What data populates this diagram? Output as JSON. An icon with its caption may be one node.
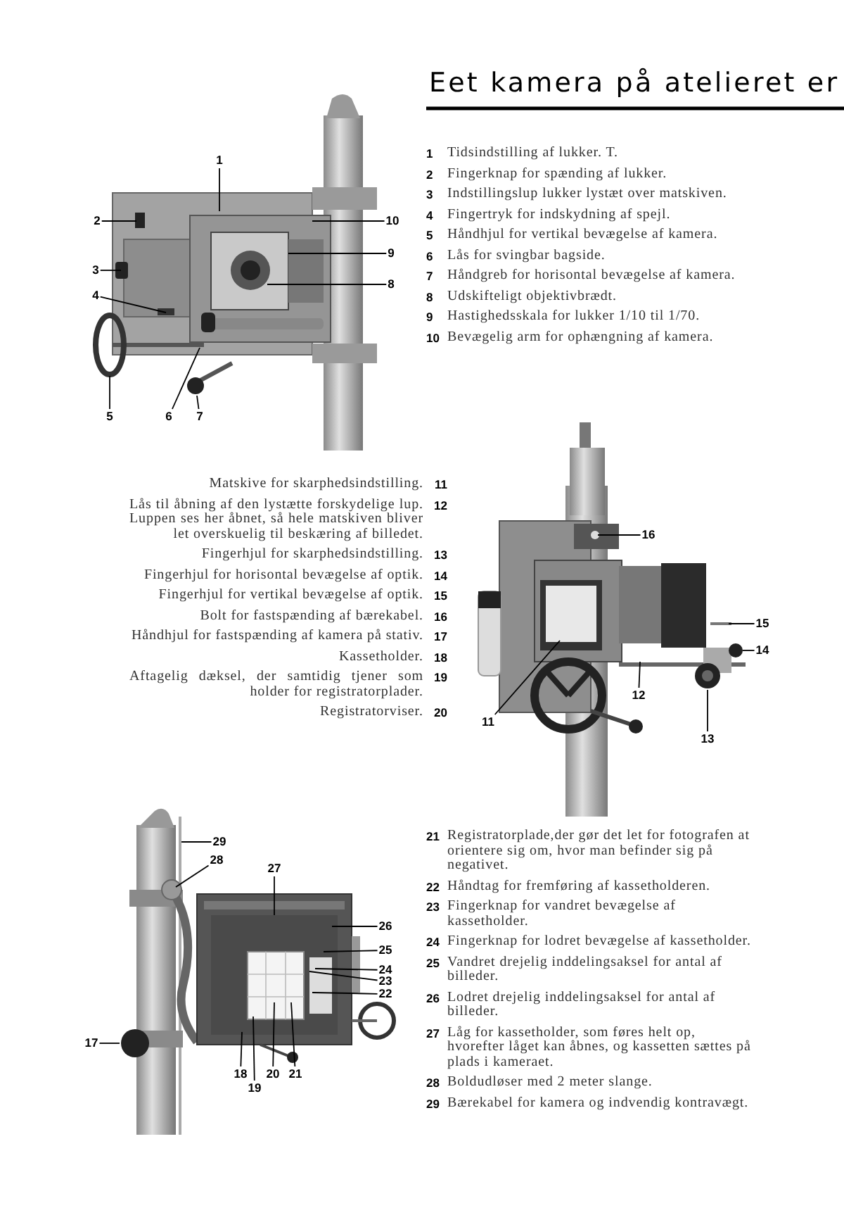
{
  "diagram": {
    "title": "Eet kamera på atelieret er",
    "nodes": [
      {
        "text": [
          "1"
        ]
      },
      {
        "text": [
          "2"
        ]
      },
      {
        "text": [
          "3"
        ]
      },
      {
        "text": [
          "4"
        ]
      },
      {
        "text": [
          "5"
        ]
      },
      {
        "text": [
          "6"
        ]
      },
      {
        "text": [
          "7"
        ]
      },
      {
        "text": [
          "8"
        ]
      },
      {
        "text": [
          "9"
        ]
      },
      {
        "text": [
          "10"
        ]
      },
      {
        "text": [
          "11"
        ]
      },
      {
        "text": [
          "12"
        ]
      },
      {
        "text": [
          "13"
        ]
      },
      {
        "text": [
          "14"
        ]
      },
      {
        "text": [
          "15"
        ]
      },
      {
        "text": [
          "16"
        ]
      },
      {
        "text": [
          "17"
        ]
      },
      {
        "text": [
          "18"
        ]
      },
      {
        "text": [
          "19"
        ]
      },
      {
        "text": [
          "20"
        ]
      },
      {
        "text": [
          "21"
        ]
      },
      {
        "text": [
          "22"
        ]
      },
      {
        "text": [
          "23"
        ]
      },
      {
        "text": [
          "24"
        ]
      },
      {
        "text": [
          "25"
        ]
      },
      {
        "text": [
          "26"
        ]
      },
      {
        "text": [
          "27"
        ]
      },
      {
        "text": [
          "28"
        ]
      },
      {
        "text": [
          "29"
        ]
      }
    ],
    "edges": [
      {
        "from": 0,
        "to": null,
        "arrow": "none"
      },
      {
        "from": 1,
        "to": null,
        "arrow": "none"
      },
      {
        "from": 2,
        "to": null,
        "arrow": "none"
      },
      {
        "from": 3,
        "to": null,
        "arrow": "none"
      },
      {
        "from": 4,
        "to": null,
        "arrow": "none"
      },
      {
        "from": 5,
        "to": null,
        "arrow": "none"
      },
      {
        "from": 6,
        "to": null,
        "arrow": "none"
      },
      {
        "from": 7,
        "to": null,
        "arrow": "none"
      },
      {
        "from": 8,
        "to": null,
        "arrow": "none"
      },
      {
        "from": 9,
        "to": null,
        "arrow": "none"
      },
      {
        "from": 10,
        "to": null,
        "arrow": "none"
      },
      {
        "from": 11,
        "to": null,
        "arrow": "none"
      },
      {
        "from": 12,
        "to": null,
        "arrow": "none"
      },
      {
        "from": 13,
        "to": null,
        "arrow": "none"
      },
      {
        "from": 14,
        "to": null,
        "arrow": "none"
      },
      {
        "from": 15,
        "to": null,
        "arrow": "none"
      },
      {
        "from": 16,
        "to": null,
        "arrow": "none"
      },
      {
        "from": 17,
        "to": null,
        "arrow": "none"
      },
      {
        "from": 18,
        "to": null,
        "arrow": "none"
      },
      {
        "from": 19,
        "to": null,
        "arrow": "none"
      },
      {
        "from": 20,
        "to": null,
        "arrow": "none"
      },
      {
        "from": 21,
        "to": null,
        "arrow": "none"
      },
      {
        "from": 22,
        "to": null,
        "arrow": "none"
      },
      {
        "from": 23,
        "to": null,
        "arrow": "none"
      },
      {
        "from": 24,
        "to": null,
        "arrow": "none"
      },
      {
        "from": 25,
        "to": null,
        "arrow": "none"
      },
      {
        "from": 26,
        "to": null,
        "arrow": "none"
      },
      {
        "from": 27,
        "to": null,
        "arrow": "none"
      },
      {
        "from": 28,
        "to": null,
        "arrow": "none"
      }
    ],
    "labels": [
      "1",
      "Tidsindstilling af lukker. T.",
      "2",
      "Fingerknap for spænding af lukker.",
      "3",
      "Indstillingslup lukker lystæt over matskiven.",
      "4",
      "Fingertryk for indskydning af spejl.",
      "5",
      "Håndhjul for vertikal bevægelse af kamera.",
      "6",
      "Lås for svingbar bagside.",
      "7",
      "Håndgreb for horisontal bevægelse af kamera.",
      "8",
      "Udskifteligt objektivbrædt.",
      "9",
      "Hastighedsskala for lukker 1/10 til 1/70.",
      "10",
      "Bevægelig arm for ophængning af kamera.",
      "Matskive for skarphedsindstilling.",
      "11",
      "Lås til åbning af den lystætte forskydelige lup. Luppen ses her åbnet, så hele matskiven bliver let overskuelig til beskæring af billedet.",
      "12",
      "Fingerhjul for skarphedsindstilling.",
      "13",
      "Fingerhjul for horisontal bevægelse af optik.",
      "14",
      "Fingerhjul for vertikal bevægelse af optik.",
      "15",
      "Bolt for fastspænding af bærekabel.",
      "16",
      "Håndhjul for fastspænding af kamera på stativ.",
      "17",
      "Kassetholder.",
      "18",
      "Aftagelig dæksel, der samtidig tjener som holder for registratorplader.",
      "19",
      "Registratorviser.",
      "20",
      "21",
      "Registratorplade,der gør det let for fotografen at orientere sig om, hvor man befinder sig på negativet.",
      "22",
      "Håndtag for fremføring af kassetholderen.",
      "23",
      "Fingerknap for vandret bevægelse af kassetholder.",
      "24",
      "Fingerknap for lodret bevægelse af kassetholder.",
      "25",
      "Vandret drejelig inddelingsaksel for antal af billeder.",
      "26",
      "Lodret drejelig inddelingsaksel for antal af billeder.",
      "27",
      "Låg for kassetholder, som føres helt op, hvorefter låget kan åbnes, og kassetten sættes på plads i kameraet.",
      "28",
      "Boldudløser med 2 meter slange.",
      "29",
      "Bærekabel for kamera og indvendig kontravægt."
    ]
  }
}
